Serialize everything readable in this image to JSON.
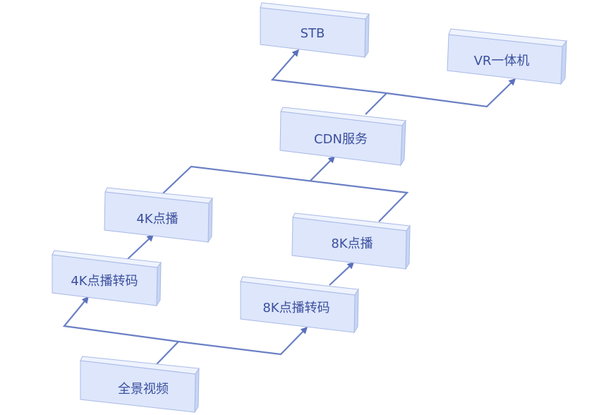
{
  "diagram": {
    "nodes": {
      "stb": "STB",
      "vr": "VR一体机",
      "cdn": "CDN服务",
      "vod4k": "4K点播",
      "vod8k": "8K点播",
      "transcode4k": "4K点播转码",
      "transcode8k": "8K点播转码",
      "panorama": "全景视频"
    },
    "colors": {
      "box_front": "#dde6fb",
      "box_top": "#eef3fe",
      "box_side": "#c8d5f3",
      "box_stroke": "#a9b9e6",
      "connector": "#6a7fc4",
      "text": "#3c4f9e"
    }
  }
}
